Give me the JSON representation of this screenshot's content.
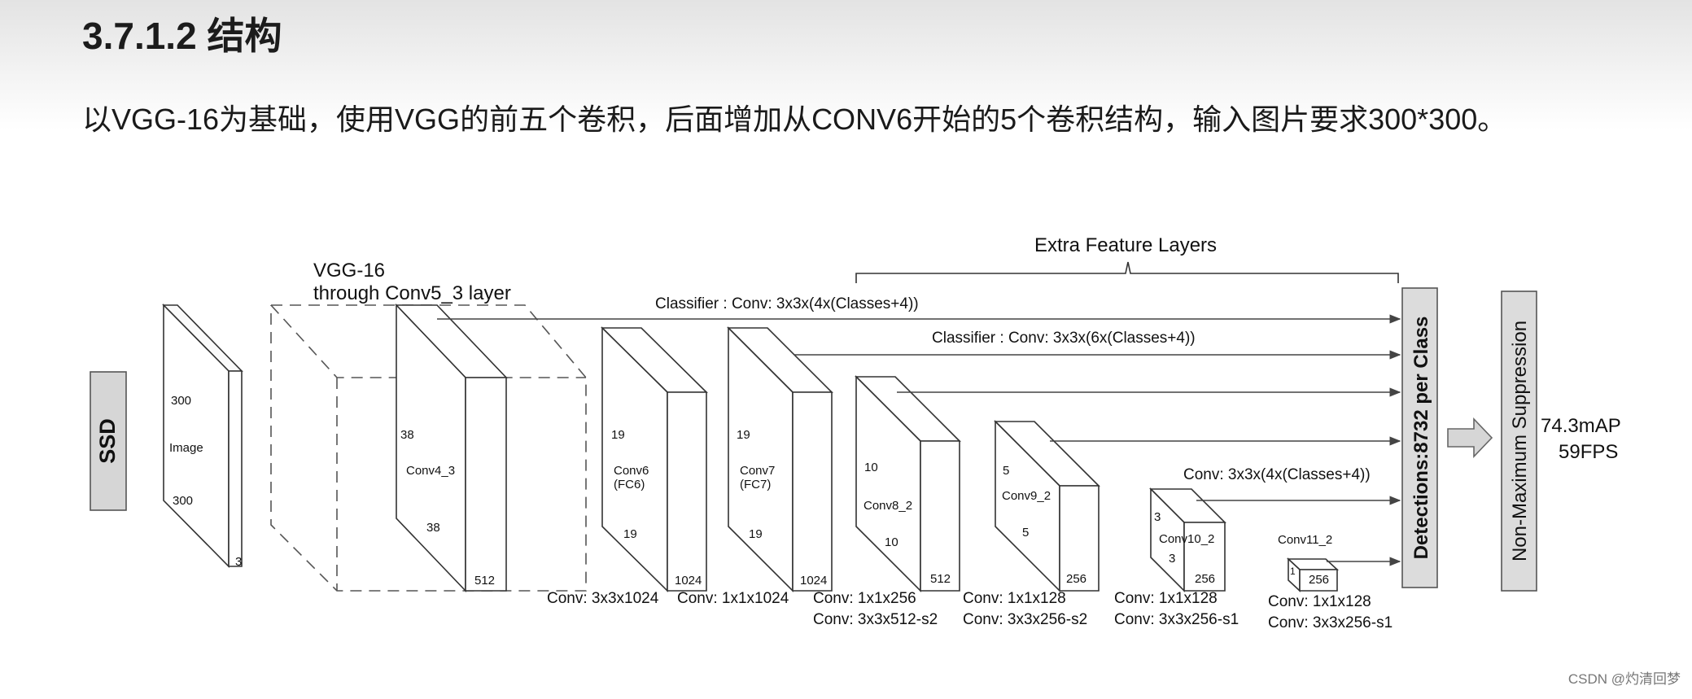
{
  "heading": "3.7.1.2 结构",
  "paragraph": "以VGG-16为基础，使用VGG的前五个卷积，后面增加从CONV6开始的5个卷积结构，输入图片要求300*300。",
  "watermark": "CSDN @灼清回梦",
  "diagram": {
    "ssd_label": "SSD",
    "vgg_label_1": "VGG-16",
    "vgg_label_2": "through Conv5_3 layer",
    "extra_label": "Extra Feature Layers",
    "classifier_1": "Classifier : Conv: 3x3x(4x(Classes+4))",
    "classifier_2": "Classifier : Conv: 3x3x(6x(Classes+4))",
    "classifier_3": "Conv: 3x3x(4x(Classes+4))",
    "detections": "Detections:8732 per Class",
    "nms": "Non-Maximum Suppression",
    "map": "74.3mAP",
    "fps": "59FPS",
    "image_block": {
      "top": "300",
      "name": "Image",
      "bottom": "300",
      "depth": "3"
    },
    "conv4": {
      "side": "38",
      "name": "Conv4_3",
      "bottom": "38",
      "depth": "512"
    },
    "conv6": {
      "side": "19",
      "name1": "Conv6",
      "name2": "(FC6)",
      "bottom": "19",
      "depth": "1024",
      "op": "Conv: 3x3x1024"
    },
    "conv7": {
      "side": "19",
      "name1": "Conv7",
      "name2": "(FC7)",
      "bottom": "19",
      "depth": "1024",
      "op": "Conv: 1x1x1024"
    },
    "conv8": {
      "side": "10",
      "name": "Conv8_2",
      "bottom": "10",
      "depth": "512",
      "op1": "Conv: 1x1x256",
      "op2": "Conv:  3x3x512-s2"
    },
    "conv9": {
      "side": "5",
      "name": "Conv9_2",
      "bottom": "5",
      "depth": "256",
      "op1": "Conv: 1x1x128",
      "op2": "Conv: 3x3x256-s2"
    },
    "conv10": {
      "side": "3",
      "name": "Conv10_2",
      "bottom": "3",
      "depth": "256",
      "op1": "Conv: 1x1x128",
      "op2": "Conv: 3x3x256-s1"
    },
    "conv11": {
      "side": "1",
      "name": "Conv11_2",
      "depth": "256",
      "op1": "Conv: 1x1x128",
      "op2": "Conv: 3x3x256-s1"
    }
  }
}
